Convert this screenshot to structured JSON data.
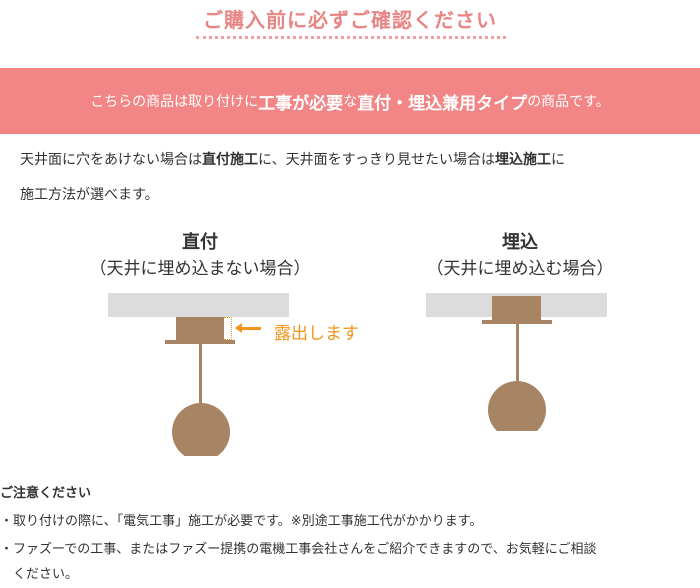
{
  "title": "ご購入前に必ずご確認ください",
  "banner": {
    "t1": "こちらの商品は取り付けに",
    "t2": "工事が必要",
    "t3": "な",
    "t4": "直付・埋込兼用タイプ",
    "t5": "の商品です。"
  },
  "intro": {
    "line1a": "天井面に穴をあけない場合は",
    "line1b": "直付施工",
    "line1c": "に、天井面をすっきり見せたい場合は",
    "line1d": "埋込施工",
    "line1e": "に",
    "line2": "施工方法が選べます。"
  },
  "direct": {
    "title": "直付",
    "sub": "（天井に埋め込まない場合）",
    "exposed": "露出します"
  },
  "embedded": {
    "title": "埋込",
    "sub": "（天井に埋め込む場合）"
  },
  "notes": {
    "heading": "ご注意ください",
    "items": [
      "・取り付けの際に、「電気工事」施工が必要です。※別途工事施工代がかかります。",
      "・ファズーでの工事、またはファズー提携の電機工事会社さんをご紹介できますので、お気軽にご相談",
      "　ください。"
    ]
  },
  "colors": {
    "pink": "#f28686",
    "brown": "#a68464",
    "orange": "#f29419"
  }
}
